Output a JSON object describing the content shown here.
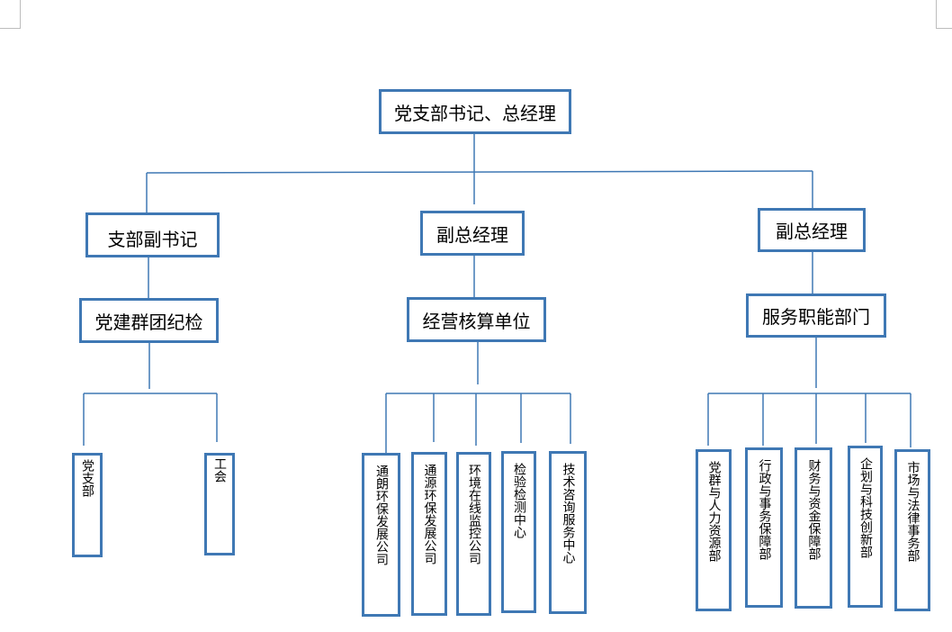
{
  "chart": {
    "root": "党支部书记、总经理",
    "level1": {
      "left": "支部副书记",
      "middle": "副总经理",
      "right": "副总经理"
    },
    "level2": {
      "left": "党建群团纪检",
      "middle": "经营核算单位",
      "right": "服务职能部门"
    },
    "leaves_left": [
      "党支部",
      "工会"
    ],
    "leaves_middle": [
      "通朗环保发展公司",
      "通源环保发展公司",
      "环境在线监控公司",
      "检验检测中心",
      "技术咨询服务中心"
    ],
    "leaves_right": [
      "党群与人力资源部",
      "行政与事务保障部",
      "财务与资金保障部",
      "企划与科技创新部",
      "市场与法律事务部"
    ]
  },
  "colors": {
    "border": "#3f78b4",
    "line": "#3f78b4"
  }
}
